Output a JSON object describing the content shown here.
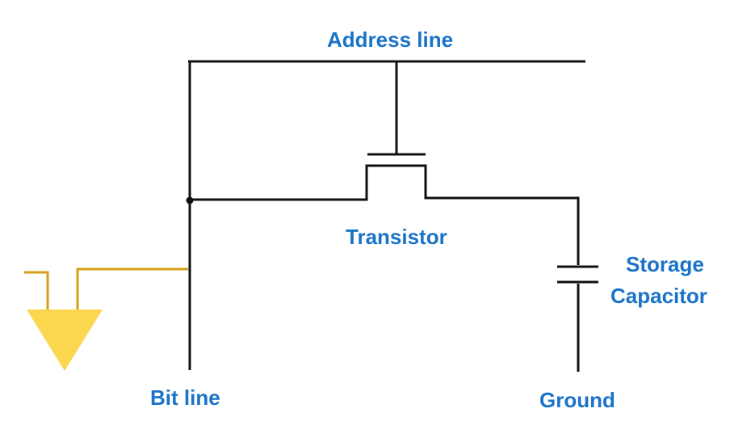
{
  "labels": {
    "address_line": "Address line",
    "transistor": "Transistor",
    "storage_capacitor_line1": "Storage",
    "storage_capacitor_line2": "Capacitor",
    "bit_line": "Bit line",
    "ground": "Ground"
  },
  "colors": {
    "wire": "#111111",
    "label": "#1a73c8",
    "sense_amplifier": "#f5c518"
  },
  "icons": [
    "sense-amplifier-triangle"
  ]
}
